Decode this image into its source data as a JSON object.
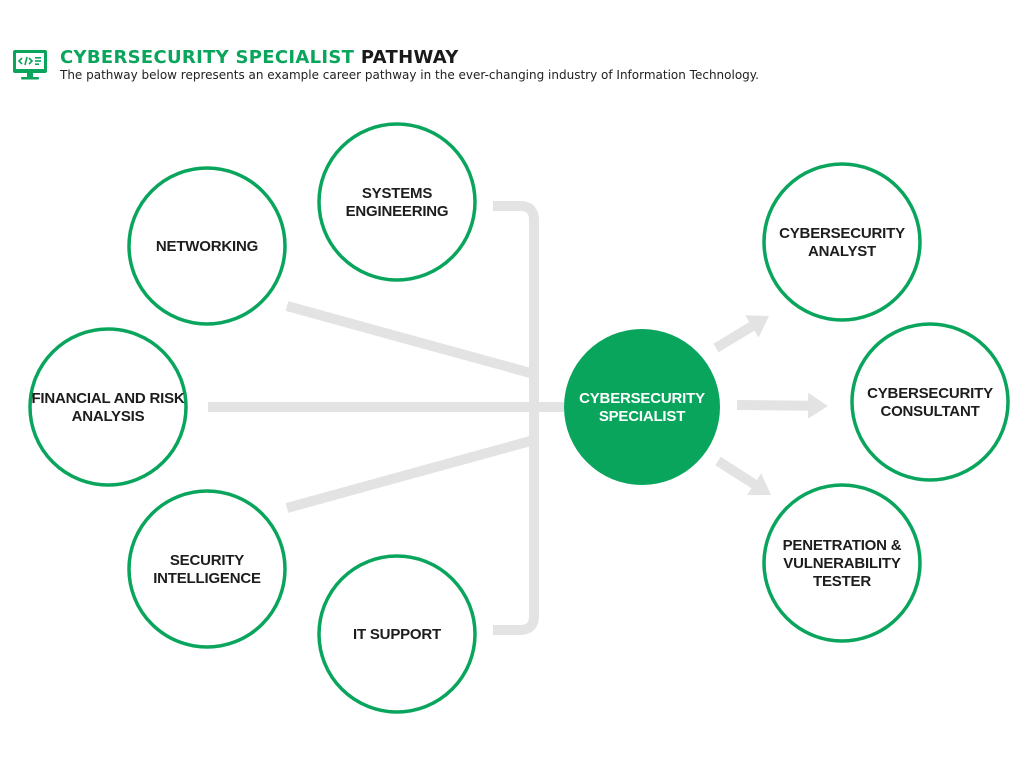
{
  "header": {
    "title_main": "CYBERSECURITY SPECIALIST",
    "title_accent": "PATHWAY",
    "subtitle": "The pathway below represents an example career pathway in the ever-changing industry of Information Technology.",
    "icon": "computer-code-icon"
  },
  "colors": {
    "accent": "#0aa55c",
    "connector": "#e3e3e3",
    "text": "#1d1d1d"
  },
  "diagram": {
    "source_nodes": [
      {
        "id": "systems-engineering",
        "lines": [
          "SYSTEMS",
          "ENGINEERING"
        ]
      },
      {
        "id": "networking",
        "lines": [
          "NETWORKING"
        ]
      },
      {
        "id": "financial-risk-analysis",
        "lines": [
          "FINANCIAL AND RISK",
          "ANALYSIS"
        ]
      },
      {
        "id": "security-intelligence",
        "lines": [
          "SECURITY",
          "INTELLIGENCE"
        ]
      },
      {
        "id": "it-support",
        "lines": [
          "IT SUPPORT"
        ]
      }
    ],
    "center_node": {
      "id": "cybersecurity-specialist",
      "lines": [
        "CYBERSECURITY",
        "SPECIALIST"
      ]
    },
    "target_nodes": [
      {
        "id": "cybersecurity-analyst",
        "lines": [
          "CYBERSECURITY",
          "ANALYST"
        ]
      },
      {
        "id": "cybersecurity-consultant",
        "lines": [
          "CYBERSECURITY",
          "CONSULTANT"
        ]
      },
      {
        "id": "penetration-vulnerability-tester",
        "lines": [
          "PENETRATION &",
          "VULNERABILITY",
          "TESTER"
        ]
      }
    ]
  }
}
